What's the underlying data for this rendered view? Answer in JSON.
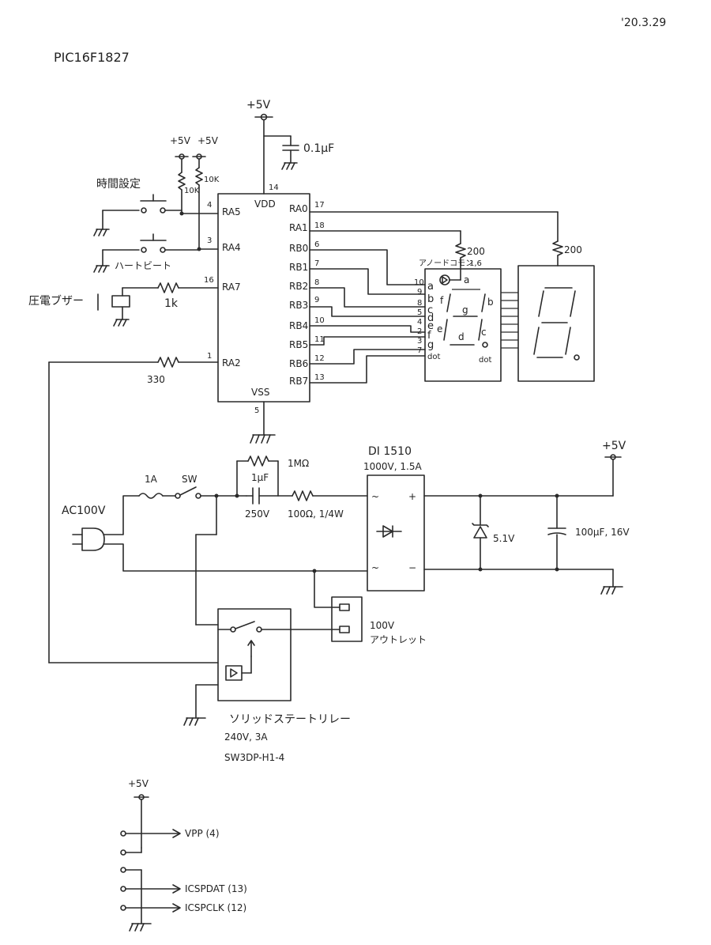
{
  "header": {
    "date": "'20.3.29",
    "chip": "PIC16F1827"
  },
  "mcu": {
    "vdd": "VDD",
    "vss": "VSS",
    "pin_vdd": "14",
    "pin_vss": "5",
    "left_pins": [
      {
        "pin": "4",
        "name": "RA5"
      },
      {
        "pin": "3",
        "name": "RA4"
      },
      {
        "pin": "16",
        "name": "RA7"
      },
      {
        "pin": "1",
        "name": "RA2"
      }
    ],
    "right_pins": [
      {
        "pin": "17",
        "name": "RA0"
      },
      {
        "pin": "18",
        "name": "RA1"
      },
      {
        "pin": "6",
        "name": "RB0"
      },
      {
        "pin": "7",
        "name": "RB1"
      },
      {
        "pin": "8",
        "name": "RB2"
      },
      {
        "pin": "9",
        "name": "RB3"
      },
      {
        "pin": "10",
        "name": "RB4"
      },
      {
        "pin": "11",
        "name": "RB5"
      },
      {
        "pin": "12",
        "name": "RB6"
      },
      {
        "pin": "13",
        "name": "RB7"
      }
    ]
  },
  "power_labels": {
    "p5v_top": "+5V",
    "p5v_a": "+5V",
    "p5v_b": "+5V",
    "p5v_out": "+5V",
    "p5v_icsp": "+5V"
  },
  "components": {
    "cap_bypass": "0.1μF",
    "r_10k_a": "10K",
    "r_10k_b": "10K",
    "btn_time": "時間設定",
    "btn_heartbeat": "ハートビート",
    "buzzer": "圧電ブザー",
    "r_1k": "1k",
    "r_330": "330",
    "r_200_a": "200",
    "r_200_b": "200",
    "anode_common": "アノードコモン",
    "anode_pins": "1,6",
    "fuse": "1A",
    "sw": "SW",
    "ac": "AC100V",
    "r_1m": "1MΩ",
    "cap_1u": "1μF",
    "cap_1u_v": "250V",
    "r_100": "100Ω, 1/4W",
    "bridge": "DI 1510",
    "bridge_rating": "1000V, 1.5A",
    "zener": "5.1V",
    "cap_100u": "100μF, 16V",
    "outlet_line1": "100V",
    "outlet_line2": "アウトレット",
    "ssr_line1": "ソリッドステートリレー",
    "ssr_line2": "240V, 3A",
    "ssr_line3": "SW3DP-H1-4"
  },
  "segment_legend": {
    "pins": [
      "10",
      "9",
      "8",
      "5",
      "4",
      "2",
      "3",
      "7"
    ],
    "letters": [
      "a",
      "b",
      "c",
      "d",
      "e",
      "f",
      "g",
      "dot"
    ],
    "digit_labels": [
      "a",
      "b",
      "c",
      "d",
      "e",
      "f",
      "g",
      "dot"
    ]
  },
  "icsp": {
    "vpp": "VPP (4)",
    "dat": "ICSPDAT (13)",
    "clk": "ICSPCLK (12)"
  }
}
